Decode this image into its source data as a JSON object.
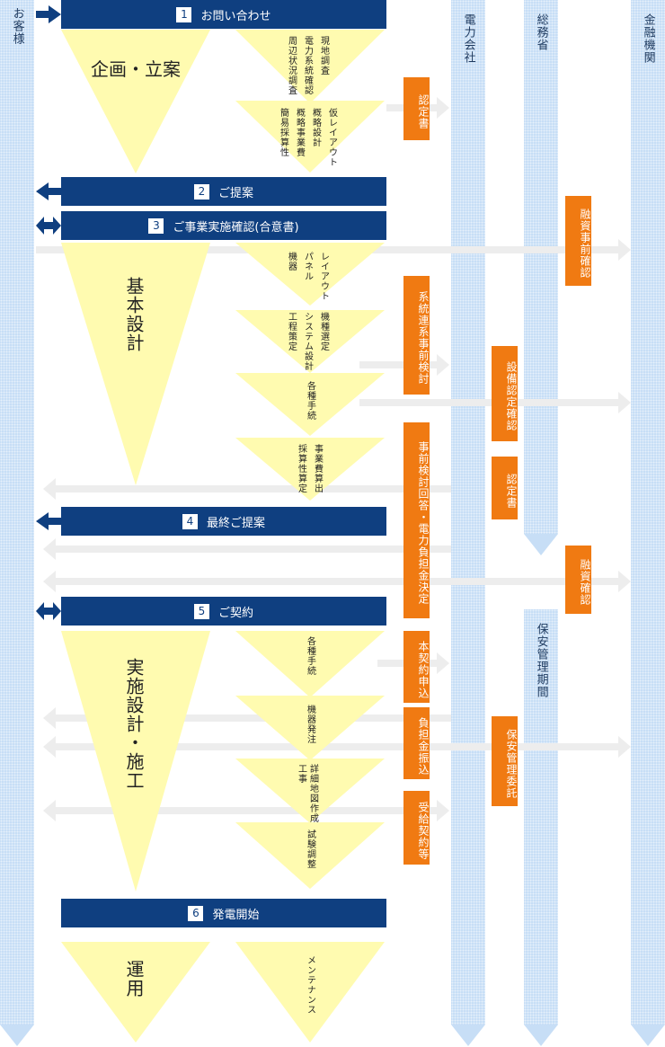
{
  "lanes": {
    "customer": "お客様",
    "power_company": "電力会社",
    "ministry": "総務省",
    "bank": "金融機関",
    "maintenance_period": "保安管理期間"
  },
  "steps": [
    {
      "num": "1",
      "label": "お問い合わせ"
    },
    {
      "num": "2",
      "label": "ご提案"
    },
    {
      "num": "3",
      "label": "ご事業実施確認(合意書)"
    },
    {
      "num": "4",
      "label": "最終ご提案"
    },
    {
      "num": "5",
      "label": "ご契約"
    },
    {
      "num": "6",
      "label": "発電開始"
    }
  ],
  "phases": {
    "planning": "企画・立案",
    "basic_design": "基本設計",
    "implementation": "実施設計・施工",
    "operation": "運用"
  },
  "tasks": {
    "t1": [
      "現地調査",
      "電力系統確認",
      "周辺状況調査"
    ],
    "t2": [
      "仮レイアウト",
      "概略設計",
      "概略事業費",
      "簡易採算性"
    ],
    "t3": [
      "レイアウト",
      "パネル",
      "機器"
    ],
    "t4": [
      "機種選定",
      "システム設計",
      "工程策定"
    ],
    "t5": [
      "各種手続"
    ],
    "t6": [
      "事業費算出",
      "採算性算定"
    ],
    "t7": [
      "各種手続"
    ],
    "t8": [
      "機器発注"
    ],
    "t9": [
      "詳細地図作成",
      "工事"
    ],
    "t10": [
      "試験調整"
    ],
    "t11": [
      "メンテナンス"
    ]
  },
  "docs": {
    "certificate1": "認定書",
    "grid_review": "系統連系事前検討",
    "review_answer": "事前検討回答・電力負担金決定",
    "main_contract": "本契約申込",
    "burden_payment": "負担金振込",
    "supply_contract": "受給契約等",
    "facility_check": "設備認定確認",
    "certificate2": "認定書",
    "maintenance_contract": "保安管理委託",
    "financing_pre": "融資事前確認",
    "financing": "融資確認"
  },
  "colors": {
    "navy": "#0f3f80",
    "orange": "#f07a12",
    "triangle": "#fffbb0",
    "lane": "#c7def6",
    "arrow": "#ededed"
  }
}
